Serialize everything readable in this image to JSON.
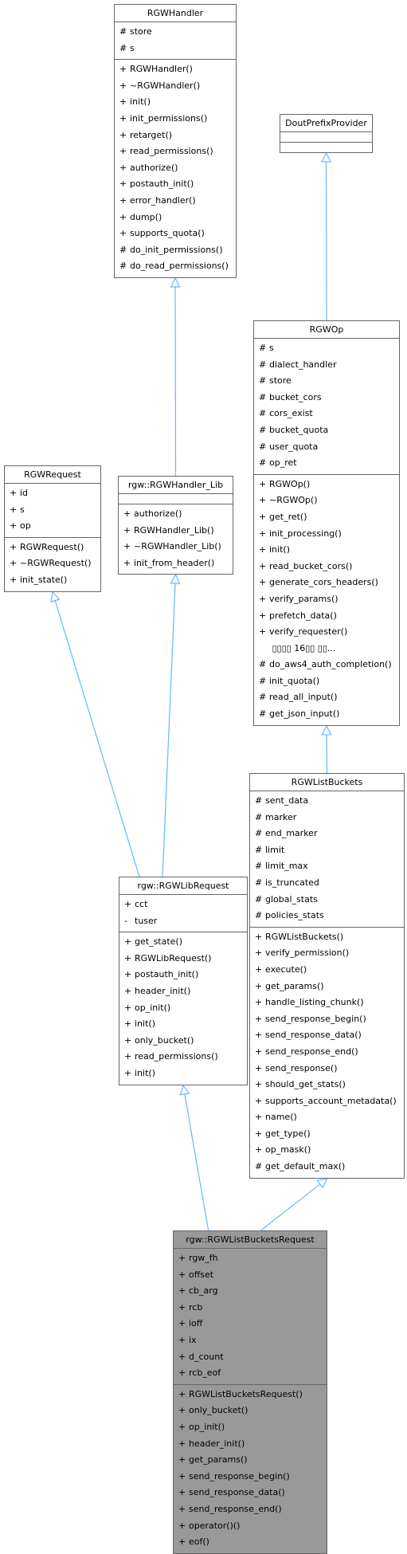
{
  "colors": {
    "edge": "#63b8ff",
    "border": "#666666",
    "focus_fill": "#999999"
  },
  "classes": [
    {
      "id": "rgwhandler",
      "title": "RGWHandler",
      "focus": false,
      "sections": [
        [
          {
            "v": "#",
            "t": "store"
          },
          {
            "v": "#",
            "t": "s"
          }
        ],
        [
          {
            "v": "+",
            "t": "RGWHandler()"
          },
          {
            "v": "+",
            "t": "~RGWHandler()"
          },
          {
            "v": "+",
            "t": "init()"
          },
          {
            "v": "+",
            "t": "init_permissions()"
          },
          {
            "v": "+",
            "t": "retarget()"
          },
          {
            "v": "+",
            "t": "read_permissions()"
          },
          {
            "v": "+",
            "t": "authorize()"
          },
          {
            "v": "+",
            "t": "postauth_init()"
          },
          {
            "v": "+",
            "t": "error_handler()"
          },
          {
            "v": "+",
            "t": "dump()"
          },
          {
            "v": "+",
            "t": "supports_quota()"
          },
          {
            "v": "#",
            "t": "do_init_permissions()"
          },
          {
            "v": "#",
            "t": "do_read_permissions()"
          }
        ]
      ]
    },
    {
      "id": "doutprefixprovider",
      "title": "DoutPrefixProvider",
      "focus": false,
      "sections": [
        [],
        []
      ]
    },
    {
      "id": "rgwop",
      "title": "RGWOp",
      "focus": false,
      "sections": [
        [
          {
            "v": "#",
            "t": "s"
          },
          {
            "v": "#",
            "t": "dialect_handler"
          },
          {
            "v": "#",
            "t": "store"
          },
          {
            "v": "#",
            "t": "bucket_cors"
          },
          {
            "v": "#",
            "t": "cors_exist"
          },
          {
            "v": "#",
            "t": "bucket_quota"
          },
          {
            "v": "#",
            "t": "user_quota"
          },
          {
            "v": "#",
            "t": "op_ret"
          }
        ],
        [
          {
            "v": "+",
            "t": "RGWOp()"
          },
          {
            "v": "+",
            "t": "~RGWOp()"
          },
          {
            "v": "+",
            "t": "get_ret()"
          },
          {
            "v": "+",
            "t": "init_processing()"
          },
          {
            "v": "+",
            "t": "init()"
          },
          {
            "v": "+",
            "t": "read_bucket_cors()"
          },
          {
            "v": "+",
            "t": "generate_cors_headers()"
          },
          {
            "v": "+",
            "t": "verify_params()"
          },
          {
            "v": "+",
            "t": "prefetch_data()"
          },
          {
            "v": "+",
            "t": "verify_requester()"
          },
          {
            "v": "",
            "t": "    ▯▯▯▯ 16▯▯ ▯▯..."
          },
          {
            "v": "#",
            "t": "do_aws4_auth_completion()"
          },
          {
            "v": "#",
            "t": "init_quota()"
          },
          {
            "v": "#",
            "t": "read_all_input()"
          },
          {
            "v": "#",
            "t": "get_json_input()"
          }
        ]
      ]
    },
    {
      "id": "rgwrequest",
      "title": "RGWRequest",
      "focus": false,
      "sections": [
        [
          {
            "v": "+",
            "t": "id"
          },
          {
            "v": "+",
            "t": "s"
          },
          {
            "v": "+",
            "t": "op"
          }
        ],
        [
          {
            "v": "+",
            "t": "RGWRequest()"
          },
          {
            "v": "+",
            "t": "~RGWRequest()"
          },
          {
            "v": "+",
            "t": "init_state()"
          }
        ]
      ]
    },
    {
      "id": "rgwhandlerlib",
      "title": "rgw::RGWHandler_Lib",
      "focus": false,
      "sections": [
        [],
        [
          {
            "v": "+",
            "t": "authorize()"
          },
          {
            "v": "+",
            "t": "RGWHandler_Lib()"
          },
          {
            "v": "+",
            "t": "~RGWHandler_Lib()"
          },
          {
            "v": "+",
            "t": "init_from_header()"
          }
        ]
      ]
    },
    {
      "id": "rgwlistbuckets",
      "title": "RGWListBuckets",
      "focus": false,
      "sections": [
        [
          {
            "v": "#",
            "t": "sent_data"
          },
          {
            "v": "#",
            "t": "marker"
          },
          {
            "v": "#",
            "t": "end_marker"
          },
          {
            "v": "#",
            "t": "limit"
          },
          {
            "v": "#",
            "t": "limit_max"
          },
          {
            "v": "#",
            "t": "is_truncated"
          },
          {
            "v": "#",
            "t": "global_stats"
          },
          {
            "v": "#",
            "t": "policies_stats"
          }
        ],
        [
          {
            "v": "+",
            "t": "RGWListBuckets()"
          },
          {
            "v": "+",
            "t": "verify_permission()"
          },
          {
            "v": "+",
            "t": "execute()"
          },
          {
            "v": "+",
            "t": "get_params()"
          },
          {
            "v": "+",
            "t": "handle_listing_chunk()"
          },
          {
            "v": "+",
            "t": "send_response_begin()"
          },
          {
            "v": "+",
            "t": "send_response_data()"
          },
          {
            "v": "+",
            "t": "send_response_end()"
          },
          {
            "v": "+",
            "t": "send_response()"
          },
          {
            "v": "+",
            "t": "should_get_stats()"
          },
          {
            "v": "+",
            "t": "supports_account_metadata()"
          },
          {
            "v": "+",
            "t": "name()"
          },
          {
            "v": "+",
            "t": "get_type()"
          },
          {
            "v": "+",
            "t": "op_mask()"
          },
          {
            "v": "#",
            "t": "get_default_max()"
          }
        ]
      ]
    },
    {
      "id": "rgwlibrequest",
      "title": "rgw::RGWLibRequest",
      "focus": false,
      "sections": [
        [
          {
            "v": "+",
            "t": "cct"
          },
          {
            "v": "-",
            "t": "tuser"
          }
        ],
        [
          {
            "v": "+",
            "t": "get_state()"
          },
          {
            "v": "+",
            "t": "RGWLibRequest()"
          },
          {
            "v": "+",
            "t": "postauth_init()"
          },
          {
            "v": "+",
            "t": "header_init()"
          },
          {
            "v": "+",
            "t": "op_init()"
          },
          {
            "v": "+",
            "t": "init()"
          },
          {
            "v": "+",
            "t": "only_bucket()"
          },
          {
            "v": "+",
            "t": "read_permissions()"
          },
          {
            "v": "+",
            "t": "init()"
          }
        ]
      ]
    },
    {
      "id": "rgwlistbucketsrequest",
      "title": "rgw::RGWListBucketsRequest",
      "focus": true,
      "sections": [
        [
          {
            "v": "+",
            "t": "rgw_fh"
          },
          {
            "v": "+",
            "t": "offset"
          },
          {
            "v": "+",
            "t": "cb_arg"
          },
          {
            "v": "+",
            "t": "rcb"
          },
          {
            "v": "+",
            "t": "ioff"
          },
          {
            "v": "+",
            "t": "ix"
          },
          {
            "v": "+",
            "t": "d_count"
          },
          {
            "v": "+",
            "t": "rcb_eof"
          }
        ],
        [
          {
            "v": "+",
            "t": "RGWListBucketsRequest()"
          },
          {
            "v": "+",
            "t": "only_bucket()"
          },
          {
            "v": "+",
            "t": "op_init()"
          },
          {
            "v": "+",
            "t": "header_init()"
          },
          {
            "v": "+",
            "t": "get_params()"
          },
          {
            "v": "+",
            "t": "send_response_begin()"
          },
          {
            "v": "+",
            "t": "send_response_data()"
          },
          {
            "v": "+",
            "t": "send_response_end()"
          },
          {
            "v": "+",
            "t": "operator()()"
          },
          {
            "v": "+",
            "t": "eof()"
          }
        ]
      ]
    }
  ],
  "edges": [
    {
      "from": "rgwop",
      "to": "doutprefixprovider"
    },
    {
      "from": "rgwhandlerlib",
      "to": "rgwhandler"
    },
    {
      "from": "rgwlistbuckets",
      "to": "rgwop"
    },
    {
      "from": "rgwlibrequest",
      "to": "rgwrequest"
    },
    {
      "from": "rgwlibrequest",
      "to": "rgwhandlerlib"
    },
    {
      "from": "rgwlistbucketsrequest",
      "to": "rgwlibrequest"
    },
    {
      "from": "rgwlistbucketsrequest",
      "to": "rgwlistbuckets"
    }
  ]
}
